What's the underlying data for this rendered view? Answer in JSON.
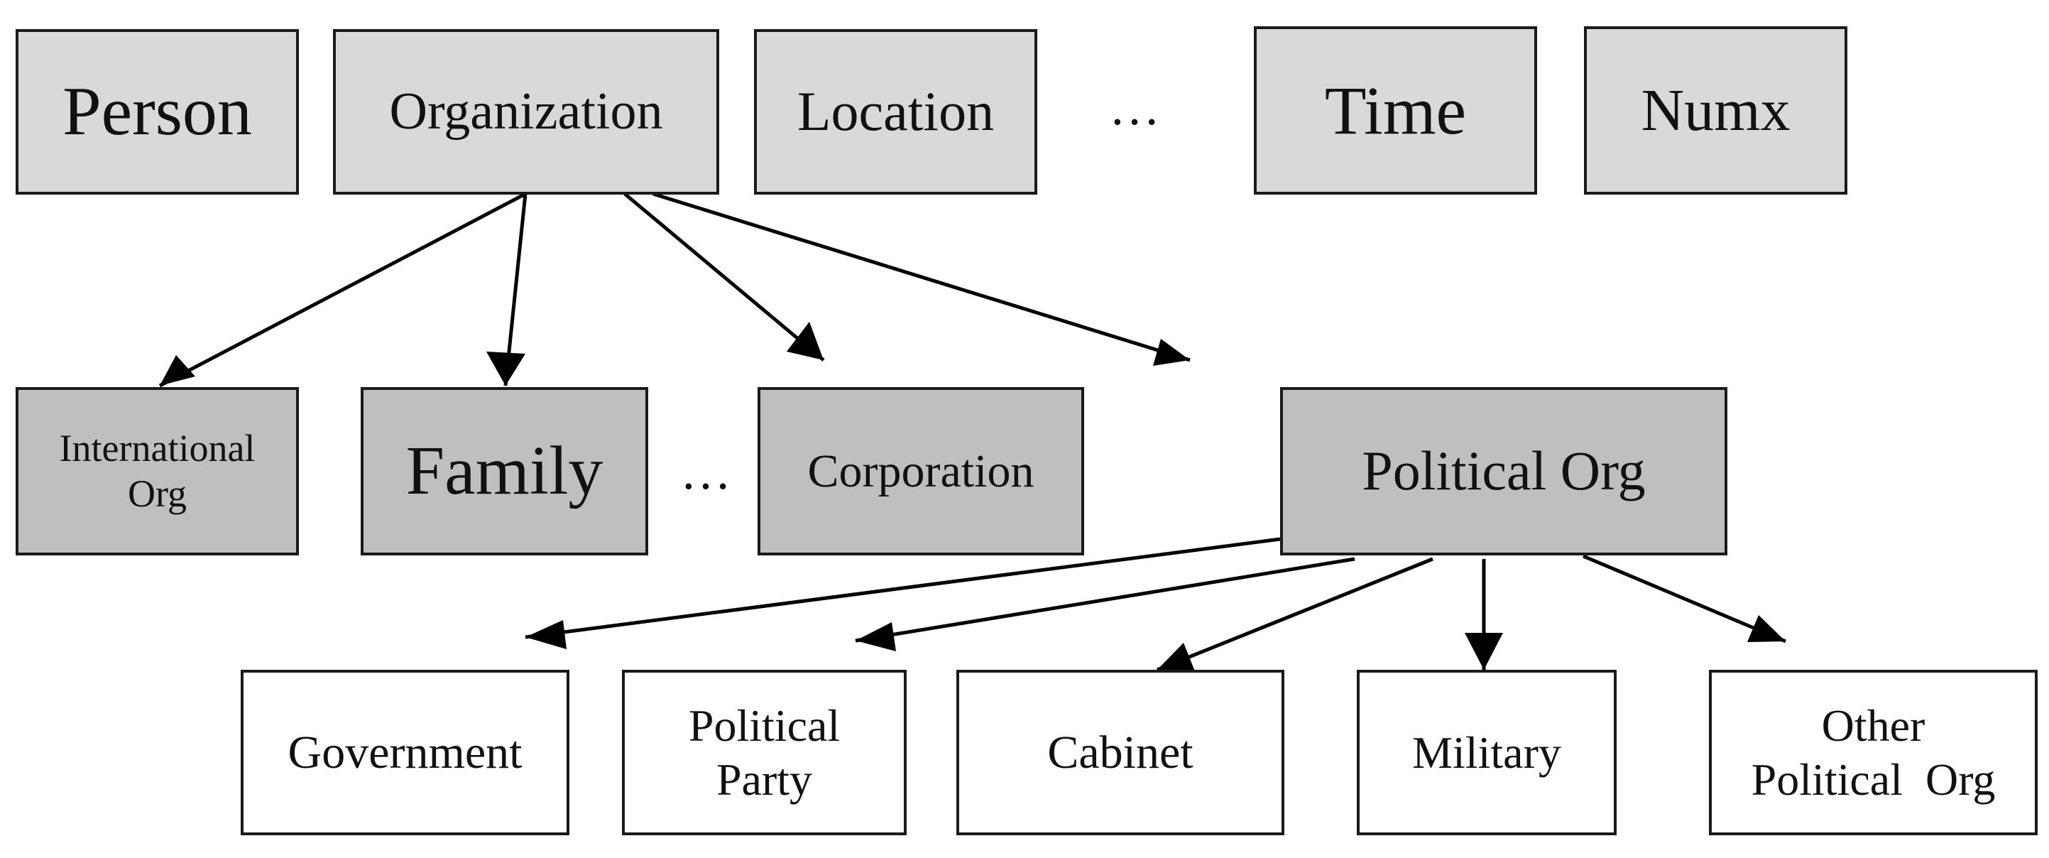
{
  "top_level": [
    {
      "key": "person",
      "label": "Person"
    },
    {
      "key": "organization",
      "label": "Organization"
    },
    {
      "key": "location",
      "label": "Location"
    },
    {
      "key": "time",
      "label": "Time"
    },
    {
      "key": "numx",
      "label": "Numx"
    }
  ],
  "organization_children": [
    {
      "key": "international",
      "label": "International\nOrg"
    },
    {
      "key": "family",
      "label": "Family"
    },
    {
      "key": "corporation",
      "label": "Corporation"
    },
    {
      "key": "political",
      "label": "Political Org"
    }
  ],
  "political_children": [
    {
      "key": "government",
      "label": "Government"
    },
    {
      "key": "party",
      "label": "Political\nParty"
    },
    {
      "key": "cabinet",
      "label": "Cabinet"
    },
    {
      "key": "military",
      "label": "Military"
    },
    {
      "key": "other",
      "label": "Other\nPolitical  Org"
    }
  ],
  "ellipsis": "…",
  "colors": {
    "top_fill": "#d9d9d9",
    "mid_fill": "#bfbfbf",
    "leaf_fill": "#ffffff",
    "stroke": "#1a1a1a"
  }
}
